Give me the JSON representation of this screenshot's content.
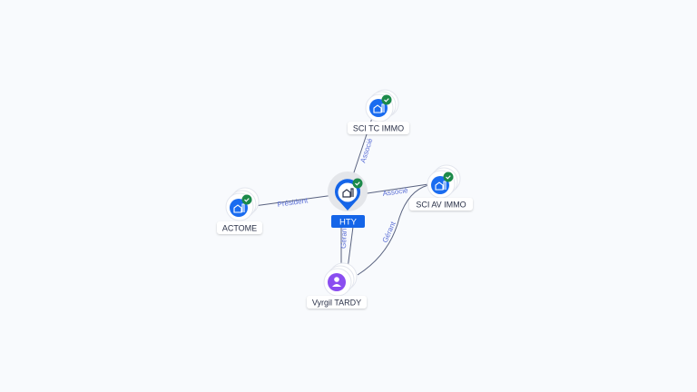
{
  "nodes": {
    "center": {
      "label": "HTY",
      "type": "company",
      "verified": true
    },
    "sci_tc_immo": {
      "label": "SCI TC IMMO",
      "type": "company",
      "verified": true
    },
    "sci_av_immo": {
      "label": "SCI AV IMMO",
      "type": "company",
      "verified": true
    },
    "actome": {
      "label": "ACTOME",
      "type": "company",
      "verified": true
    },
    "vyrgil": {
      "label": "Vyrgil TARDY",
      "type": "person"
    }
  },
  "edges": {
    "hty_tc": "Associé",
    "hty_av": "Associé",
    "hty_actome": "Président",
    "vyrgil_hty": "Gérant",
    "vyrgil_av": "Gérant"
  },
  "colors": {
    "company": "#1a6cf0",
    "person": "#8a4df0",
    "verified": "#1c8a4a",
    "center_label_bg": "#1565e8"
  }
}
